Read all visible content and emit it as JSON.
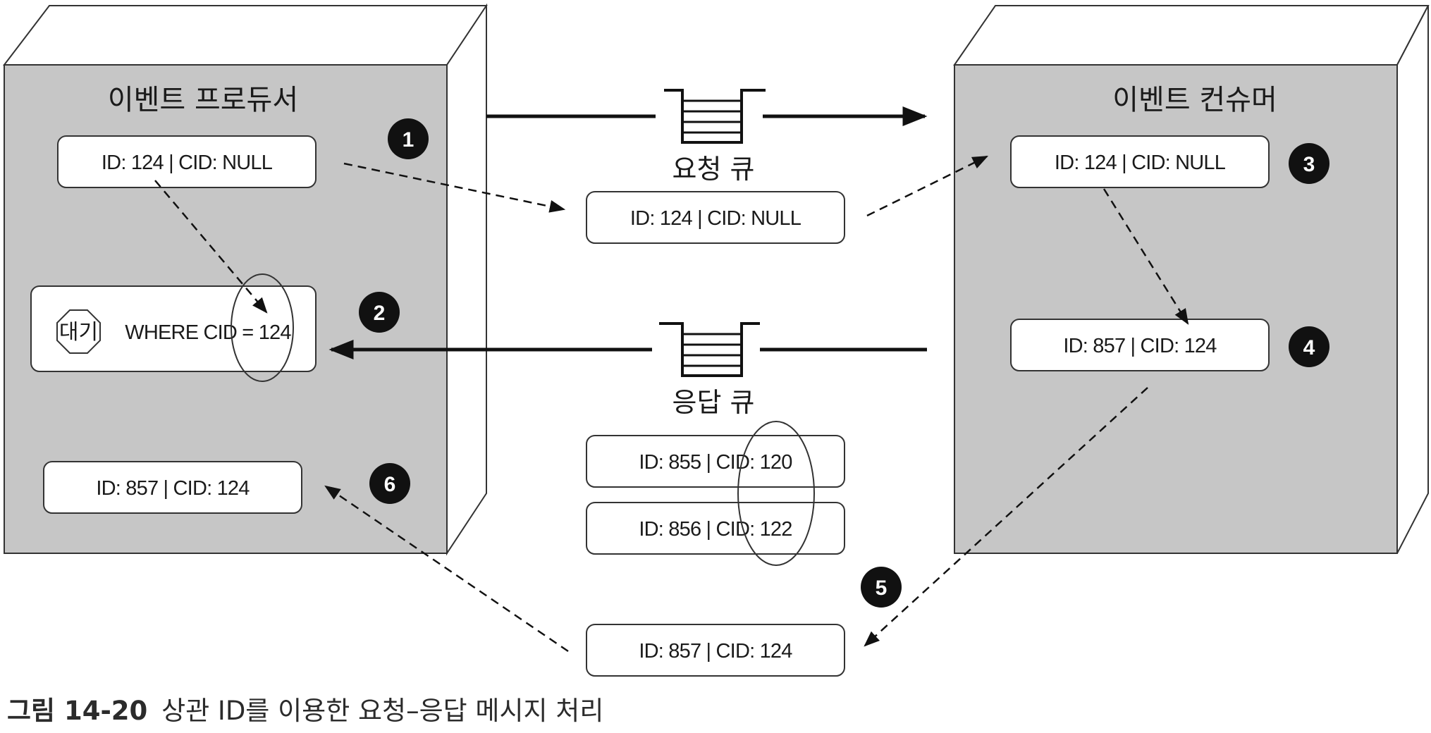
{
  "producer": {
    "title": "이벤트 프로듀서",
    "message_1": "ID: 124 | CID: NULL",
    "wait_label": "대기",
    "where_clause": "WHERE CID = 124",
    "message_6": "ID: 857 | CID: 124"
  },
  "consumer": {
    "title": "이벤트 컨슈머",
    "message_3": "ID: 124 | CID: NULL",
    "message_4": "ID: 857 | CID: 124"
  },
  "request_queue": {
    "label": "요청 큐",
    "message": "ID: 124 | CID: NULL"
  },
  "response_queue": {
    "label": "응답 큐",
    "messages": [
      "ID: 855 | CID: 120",
      "ID: 856 | CID: 122"
    ],
    "outgoing_message": "ID: 857 | CID: 124"
  },
  "steps": [
    "1",
    "2",
    "3",
    "4",
    "5",
    "6"
  ],
  "caption": {
    "number": "그림 14-20",
    "text": "상관 ID를 이용한 요청–응답 메시지 처리"
  }
}
